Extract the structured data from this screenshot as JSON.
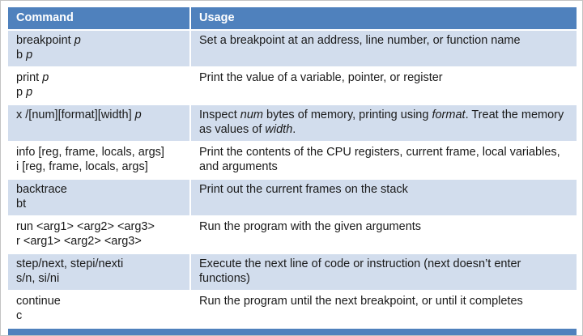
{
  "page": {
    "background": "#ffffff",
    "border_color": "#c3c3c3"
  },
  "table": {
    "title": "GDB command reference table",
    "colors": {
      "header_bg": "#4f81bd",
      "header_text": "#ffffff",
      "banded_row_bg": "#d2dded",
      "plain_row_bg": "#ffffff",
      "grid": "#ffffff",
      "text": "#1a1a1a"
    },
    "header": {
      "command": "Command",
      "usage": "Usage"
    },
    "rows": [
      {
        "command": [
          [
            {
              "t": "breakpoint "
            },
            {
              "t": "p",
              "i": true
            }
          ],
          [
            {
              "t": "b "
            },
            {
              "t": "p",
              "i": true
            }
          ]
        ],
        "usage": [
          {
            "t": "Set a breakpoint at an address, line number, or function name"
          }
        ]
      },
      {
        "command": [
          [
            {
              "t": "print "
            },
            {
              "t": "p",
              "i": true
            }
          ],
          [
            {
              "t": "p "
            },
            {
              "t": "p",
              "i": true
            }
          ]
        ],
        "usage": [
          {
            "t": "Print the value of a variable, pointer, or register"
          }
        ]
      },
      {
        "command": [
          [
            {
              "t": "x /[num][format][width] "
            },
            {
              "t": "p",
              "i": true
            }
          ]
        ],
        "usage": [
          {
            "t": "Inspect "
          },
          {
            "t": "num",
            "i": true
          },
          {
            "t": " bytes of memory, printing using "
          },
          {
            "t": "format",
            "i": true
          },
          {
            "t": ". Treat the memory as values of "
          },
          {
            "t": "width",
            "i": true
          },
          {
            "t": "."
          }
        ]
      },
      {
        "command": [
          [
            {
              "t": "info [reg, frame, locals, args]"
            }
          ],
          [
            {
              "t": "i [reg, frame, locals, args]"
            }
          ]
        ],
        "usage": [
          {
            "t": "Print the contents of the CPU registers, current frame, local variables, and arguments"
          }
        ]
      },
      {
        "command": [
          [
            {
              "t": "backtrace"
            }
          ],
          [
            {
              "t": "bt"
            }
          ]
        ],
        "usage": [
          {
            "t": "Print out the current frames on the stack"
          }
        ]
      },
      {
        "command": [
          [
            {
              "t": "run <arg1> <arg2> <arg3>"
            }
          ],
          [
            {
              "t": "r <arg1> <arg2> <arg3>"
            }
          ]
        ],
        "usage": [
          {
            "t": "Run the program with the given arguments"
          }
        ]
      },
      {
        "command": [
          [
            {
              "t": "step/next, stepi/nexti"
            }
          ],
          [
            {
              "t": "s/n, si/ni"
            }
          ]
        ],
        "usage": [
          {
            "t": "Execute the next line of code or instruction (next doesn’t enter functions)"
          }
        ]
      },
      {
        "command": [
          [
            {
              "t": "continue"
            }
          ],
          [
            {
              "t": "c"
            }
          ]
        ],
        "usage": [
          {
            "t": "Run the program until the next breakpoint, or until it completes"
          }
        ]
      }
    ]
  }
}
